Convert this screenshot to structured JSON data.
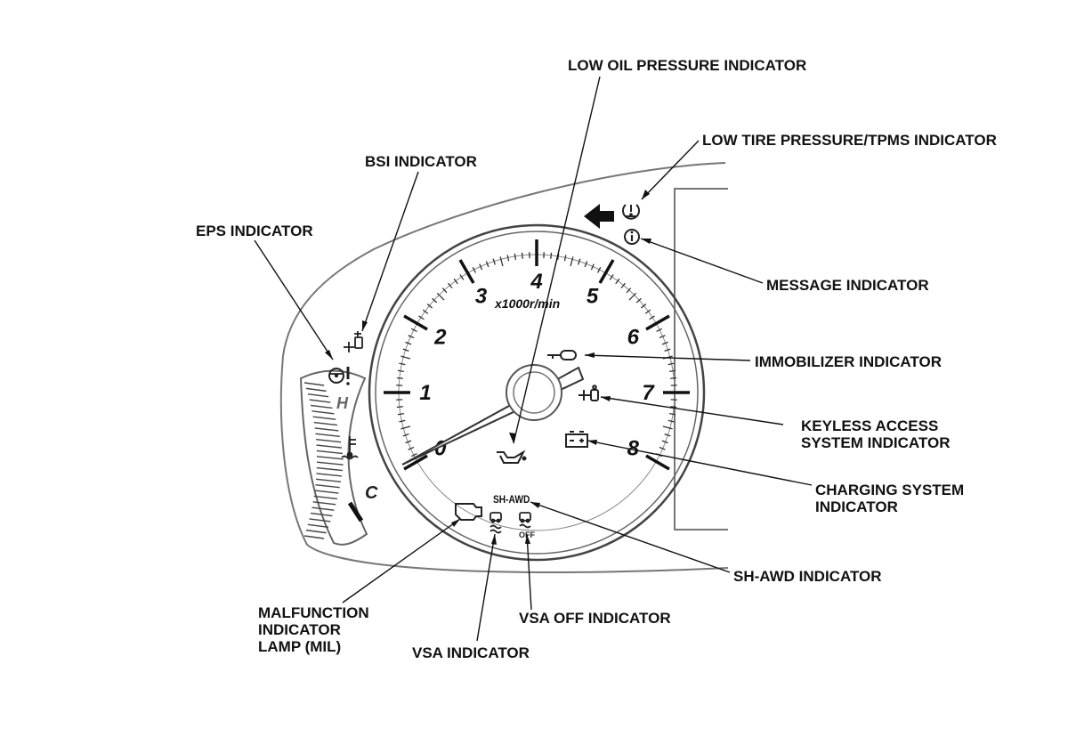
{
  "gauge": {
    "numerals": [
      "0",
      "1",
      "2",
      "3",
      "4",
      "5",
      "6",
      "7",
      "8"
    ],
    "unit_label": "x1000r/min",
    "temp_hot": "H",
    "temp_cold": "C",
    "sh_awd_text": "SH-AWD",
    "vsa_off_text": "OFF"
  },
  "callouts": {
    "low_oil": "LOW OIL PRESSURE INDICATOR",
    "tpms": "LOW TIRE PRESSURE/TPMS INDICATOR",
    "bsi": "BSI INDICATOR",
    "eps": "EPS INDICATOR",
    "message": "MESSAGE INDICATOR",
    "immobilizer": "IMMOBILIZER INDICATOR",
    "keyless": "KEYLESS ACCESS\nSYSTEM INDICATOR",
    "charging": "CHARGING SYSTEM\nINDICATOR",
    "sh_awd": "SH-AWD INDICATOR",
    "mil": "MALFUNCTION\nINDICATOR\nLAMP (MIL)",
    "vsa_off": "VSA OFF INDICATOR",
    "vsa": "VSA INDICATOR"
  }
}
